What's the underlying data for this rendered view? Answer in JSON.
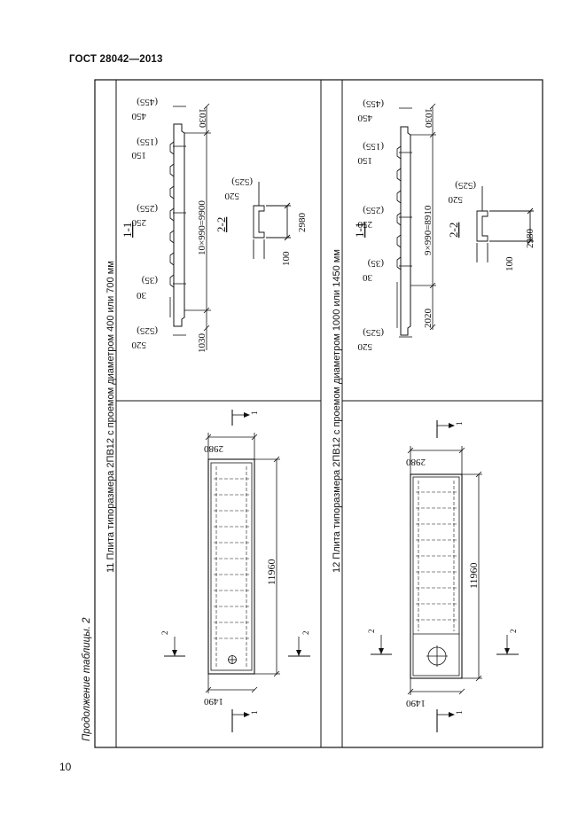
{
  "header": {
    "title": "ГОСТ 28042—2013"
  },
  "page_number": "10",
  "table_caption": "Продолжение таблицы. 2",
  "rows": [
    {
      "title": "11 Плита типоразмера 2ПВ12 с проемом диаметром 400 или 700 мм",
      "plan": {
        "length": "11960",
        "width": "2980",
        "end": "1490",
        "cut1": "1",
        "cut2": "2"
      },
      "section11": {
        "label": "1-1",
        "span": "10×990=9900",
        "end_left": "1030",
        "end_right": "1030",
        "d1": "520",
        "d1b": "(525)",
        "d2": "30",
        "d2b": "(35)",
        "d3": "250",
        "d3b": "(255)",
        "d4": "150",
        "d4b": "(155)",
        "d5": "450",
        "d5b": "(455)"
      },
      "section22": {
        "label": "2-2",
        "width": "2980",
        "height": "100",
        "rib": "520",
        "ribb": "(525)"
      }
    },
    {
      "title": "12 Плита типоразмера 2ПВ12 с проемом диаметром 1000 или 1450 мм",
      "plan": {
        "length": "11960",
        "width": "2980",
        "end": "1490",
        "cut1": "1",
        "cut2": "2"
      },
      "section11": {
        "label": "1-1",
        "span": "9×990=8910",
        "end_left": "2020",
        "end_right": "1030",
        "d1": "520",
        "d1b": "(525)",
        "d2": "30",
        "d2b": "(35)",
        "d3": "250",
        "d3b": "(255)",
        "d4": "150",
        "d4b": "(155)",
        "d5": "450",
        "d5b": "(455)"
      },
      "section22": {
        "label": "2-2",
        "width": "2980",
        "height": "100",
        "rib": "520",
        "ribb": "(525)"
      }
    }
  ]
}
